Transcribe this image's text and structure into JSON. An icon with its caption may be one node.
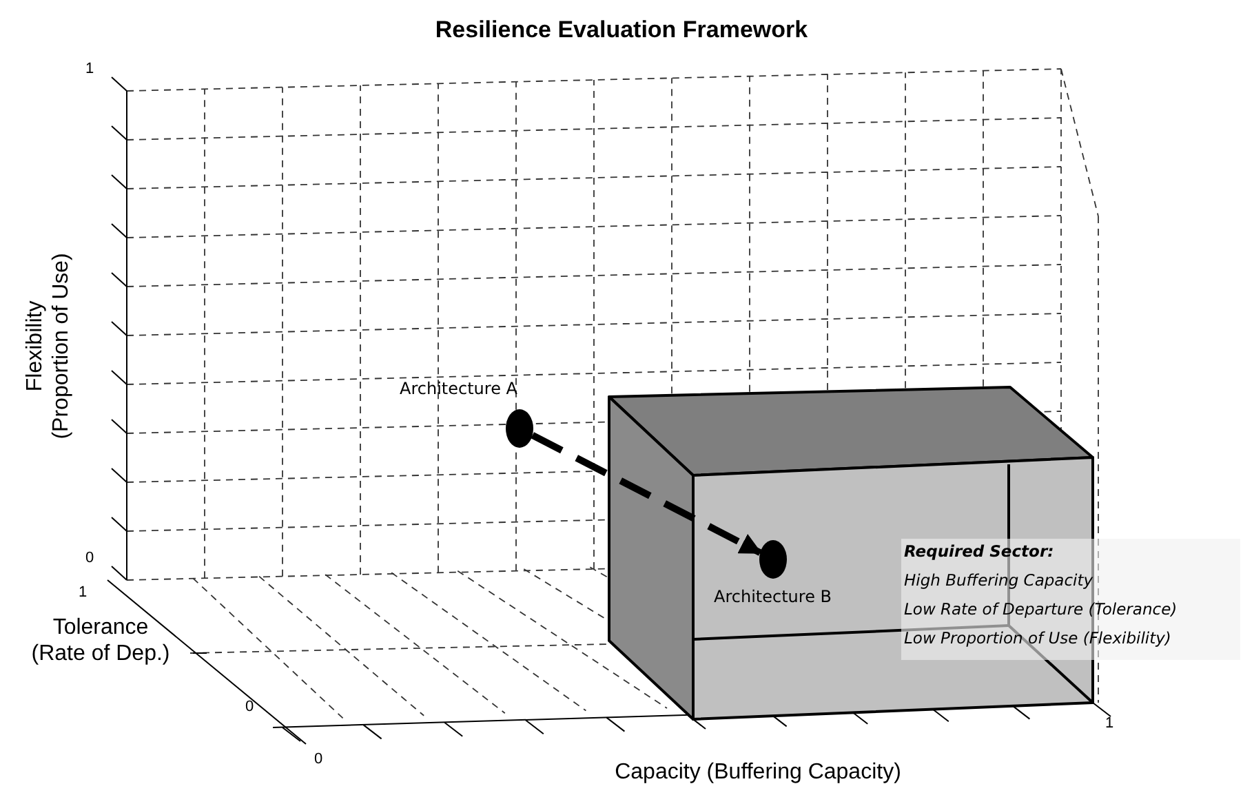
{
  "diagram": {
    "title": "Resilience Evaluation Framework",
    "nodes": [
      {
        "text": [],
        "shape": "circle",
        "beside": [
          "Architecture A"
        ]
      },
      {
        "text": [],
        "shape": "circle",
        "beside": [
          "Architecture B"
        ]
      }
    ],
    "edges": [
      {
        "from": 0,
        "to": 1,
        "arrow": "to",
        "style": "dashed"
      }
    ],
    "labels": [
      "1",
      "0",
      "1",
      "Flexibility (Proportion of Use)",
      "Tolerance (Rate of Dep.)",
      "0",
      "0",
      "Required Sector:",
      "High Buffering Capacity",
      "Low Rate of Departure (Tolerance)",
      "Low Proportion of Use (Flexibility)",
      "Capacity (Buffering Capacity)",
      "1"
    ]
  }
}
